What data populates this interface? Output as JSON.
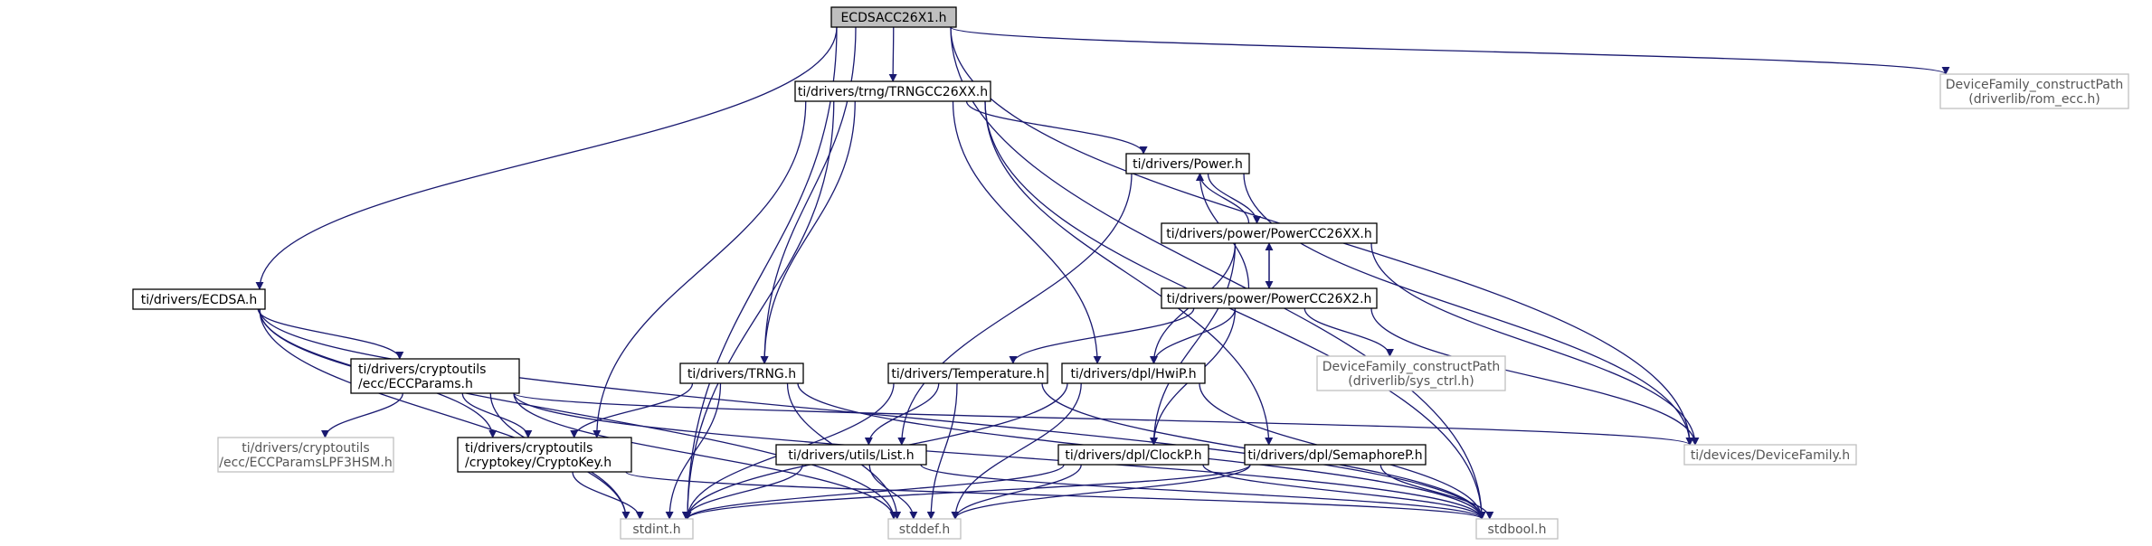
{
  "graph": {
    "nodes": [
      {
        "id": "ecdsacc",
        "lines": [
          "ECDSACC26X1.h"
        ],
        "kind": "root"
      },
      {
        "id": "trngcc",
        "lines": [
          "ti/drivers/trng/TRNGCC26XX.h"
        ],
        "kind": "normal"
      },
      {
        "id": "dfrom",
        "lines": [
          "DeviceFamily_constructPath",
          "(driverlib/rom_ecc.h)"
        ],
        "kind": "external"
      },
      {
        "id": "power",
        "lines": [
          "ti/drivers/Power.h"
        ],
        "kind": "normal"
      },
      {
        "id": "powercc26xx",
        "lines": [
          "ti/drivers/power/PowerCC26XX.h"
        ],
        "kind": "normal"
      },
      {
        "id": "powercc26x2",
        "lines": [
          "ti/drivers/power/PowerCC26X2.h"
        ],
        "kind": "normal"
      },
      {
        "id": "ecdsa",
        "lines": [
          "ti/drivers/ECDSA.h"
        ],
        "kind": "normal"
      },
      {
        "id": "eccparams",
        "lines": [
          "ti/drivers/cryptoutils",
          "/ecc/ECCParams.h"
        ],
        "kind": "normal"
      },
      {
        "id": "trng",
        "lines": [
          "ti/drivers/TRNG.h"
        ],
        "kind": "normal"
      },
      {
        "id": "temperature",
        "lines": [
          "ti/drivers/Temperature.h"
        ],
        "kind": "normal"
      },
      {
        "id": "hwip",
        "lines": [
          "ti/drivers/dpl/HwiP.h"
        ],
        "kind": "normal"
      },
      {
        "id": "dfsys",
        "lines": [
          "DeviceFamily_constructPath",
          "(driverlib/sys_ctrl.h)"
        ],
        "kind": "external"
      },
      {
        "id": "ecclpf",
        "lines": [
          "ti/drivers/cryptoutils",
          "/ecc/ECCParamsLPF3HSM.h"
        ],
        "kind": "external"
      },
      {
        "id": "cryptokey",
        "lines": [
          "ti/drivers/cryptoutils",
          "/cryptokey/CryptoKey.h"
        ],
        "kind": "normal"
      },
      {
        "id": "list",
        "lines": [
          "ti/drivers/utils/List.h"
        ],
        "kind": "normal"
      },
      {
        "id": "clockp",
        "lines": [
          "ti/drivers/dpl/ClockP.h"
        ],
        "kind": "normal"
      },
      {
        "id": "semaphorep",
        "lines": [
          "ti/drivers/dpl/SemaphoreP.h"
        ],
        "kind": "normal"
      },
      {
        "id": "devicefamily",
        "lines": [
          "ti/devices/DeviceFamily.h"
        ],
        "kind": "external"
      },
      {
        "id": "stdint",
        "lines": [
          "stdint.h"
        ],
        "kind": "external"
      },
      {
        "id": "stddef",
        "lines": [
          "stddef.h"
        ],
        "kind": "external"
      },
      {
        "id": "stdbool",
        "lines": [
          "stdbool.h"
        ],
        "kind": "external"
      }
    ],
    "edges": [
      [
        "ecdsacc",
        "trngcc"
      ],
      [
        "ecdsacc",
        "dfrom"
      ],
      [
        "ecdsacc",
        "ecdsa"
      ],
      [
        "ecdsacc",
        "trng"
      ],
      [
        "ecdsacc",
        "devicefamily"
      ],
      [
        "ecdsacc",
        "stdint"
      ],
      [
        "ecdsacc",
        "stdbool"
      ],
      [
        "trngcc",
        "power"
      ],
      [
        "trngcc",
        "trng"
      ],
      [
        "trngcc",
        "hwip"
      ],
      [
        "trngcc",
        "cryptokey"
      ],
      [
        "trngcc",
        "semaphorep"
      ],
      [
        "trngcc",
        "stdint"
      ],
      [
        "trngcc",
        "stdbool"
      ],
      [
        "power",
        "powercc26xx"
      ],
      [
        "power",
        "list"
      ],
      [
        "power",
        "devicefamily"
      ],
      [
        "powercc26xx",
        "power"
      ],
      [
        "powercc26xx",
        "powercc26x2"
      ],
      [
        "powercc26xx",
        "hwip"
      ],
      [
        "powercc26xx",
        "clockp"
      ],
      [
        "powercc26xx",
        "devicefamily"
      ],
      [
        "powercc26x2",
        "power"
      ],
      [
        "powercc26x2",
        "powercc26xx"
      ],
      [
        "powercc26x2",
        "temperature"
      ],
      [
        "powercc26x2",
        "hwip"
      ],
      [
        "powercc26x2",
        "dfsys"
      ],
      [
        "powercc26x2",
        "clockp"
      ],
      [
        "powercc26x2",
        "devicefamily"
      ],
      [
        "ecdsa",
        "eccparams"
      ],
      [
        "ecdsa",
        "cryptokey"
      ],
      [
        "ecdsa",
        "stdint"
      ],
      [
        "ecdsa",
        "stddef"
      ],
      [
        "ecdsa",
        "stdbool"
      ],
      [
        "eccparams",
        "ecclpf"
      ],
      [
        "eccparams",
        "cryptokey"
      ],
      [
        "eccparams",
        "devicefamily"
      ],
      [
        "eccparams",
        "stdint"
      ],
      [
        "eccparams",
        "stddef"
      ],
      [
        "eccparams",
        "stdbool"
      ],
      [
        "trng",
        "cryptokey"
      ],
      [
        "trng",
        "stdint"
      ],
      [
        "trng",
        "stddef"
      ],
      [
        "trng",
        "stdbool"
      ],
      [
        "temperature",
        "list"
      ],
      [
        "temperature",
        "stdint"
      ],
      [
        "temperature",
        "stddef"
      ],
      [
        "temperature",
        "stdbool"
      ],
      [
        "hwip",
        "stdint"
      ],
      [
        "hwip",
        "stddef"
      ],
      [
        "hwip",
        "stdbool"
      ],
      [
        "cryptokey",
        "stdint"
      ],
      [
        "cryptokey",
        "stdbool"
      ],
      [
        "list",
        "stdint"
      ],
      [
        "list",
        "stddef"
      ],
      [
        "list",
        "stdbool"
      ],
      [
        "clockp",
        "stdint"
      ],
      [
        "clockp",
        "stddef"
      ],
      [
        "clockp",
        "stdbool"
      ],
      [
        "semaphorep",
        "stdint"
      ],
      [
        "semaphorep",
        "stddef"
      ],
      [
        "semaphorep",
        "stdbool"
      ]
    ]
  },
  "colors": {
    "edge": "#191970",
    "root_fill": "#bfbfbf",
    "node_fill": "#ffffff",
    "node_border": "#000000",
    "external_border": "#bfbfbf",
    "external_text": "#555555"
  }
}
